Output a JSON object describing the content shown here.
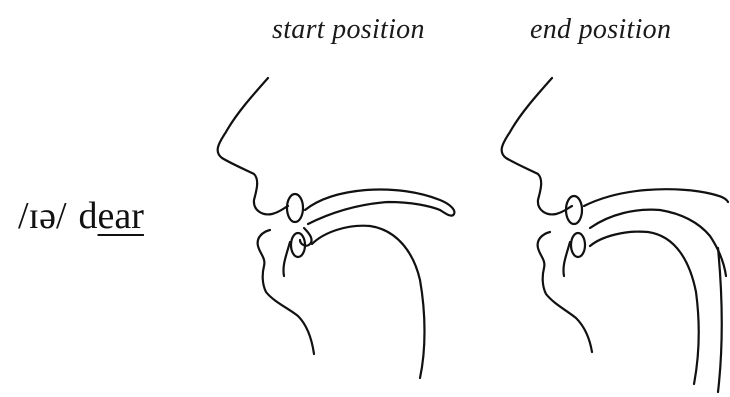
{
  "captions": {
    "start": "start position",
    "end": "end position"
  },
  "phoneme": {
    "ipa": "/ɪə/",
    "word_prefix": "d",
    "word_highlight": "ear"
  }
}
